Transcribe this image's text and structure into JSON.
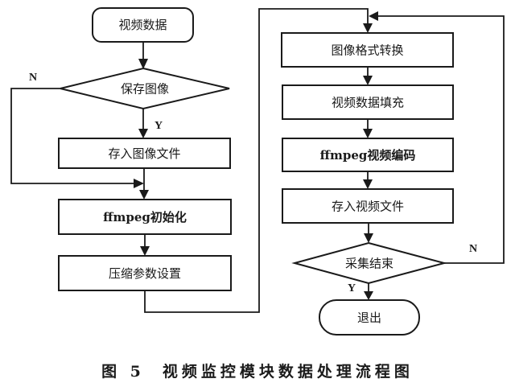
{
  "diagram": {
    "type": "flowchart",
    "colors": {
      "stroke": "#1a1a1a",
      "fill": "#ffffff",
      "background": "#ffffff"
    },
    "nodes": {
      "start": {
        "label": "视频数据",
        "shape": "terminal"
      },
      "save_image_decision": {
        "label": "保存图像",
        "shape": "decision"
      },
      "save_image_file": {
        "label": "存入图像文件",
        "shape": "process"
      },
      "ffmpeg_init": {
        "label": "ffmpeg初始化",
        "shape": "process"
      },
      "compress_params": {
        "label": "压缩参数设置",
        "shape": "process"
      },
      "format_convert": {
        "label": "图像格式转换",
        "shape": "process"
      },
      "video_fill": {
        "label": "视频数据填充",
        "shape": "process"
      },
      "ffmpeg_encode": {
        "label": "ffmpeg视频编码",
        "shape": "process"
      },
      "save_video_file": {
        "label": "存入视频文件",
        "shape": "process"
      },
      "capture_end_decision": {
        "label": "采集结束",
        "shape": "decision"
      },
      "exit": {
        "label": "退出",
        "shape": "terminal"
      }
    },
    "edges": [
      {
        "from": "start",
        "to": "save_image_decision",
        "label": ""
      },
      {
        "from": "save_image_decision",
        "to": "save_image_file",
        "label": "Y"
      },
      {
        "from": "save_image_decision",
        "to": "ffmpeg_init",
        "label": "N"
      },
      {
        "from": "save_image_file",
        "to": "ffmpeg_init",
        "label": ""
      },
      {
        "from": "ffmpeg_init",
        "to": "compress_params",
        "label": ""
      },
      {
        "from": "compress_params",
        "to": "format_convert",
        "label": ""
      },
      {
        "from": "format_convert",
        "to": "video_fill",
        "label": ""
      },
      {
        "from": "video_fill",
        "to": "ffmpeg_encode",
        "label": ""
      },
      {
        "from": "ffmpeg_encode",
        "to": "save_video_file",
        "label": ""
      },
      {
        "from": "save_video_file",
        "to": "capture_end_decision",
        "label": ""
      },
      {
        "from": "capture_end_decision",
        "to": "exit",
        "label": "Y"
      },
      {
        "from": "capture_end_decision",
        "to": "format_convert",
        "label": "N"
      }
    ],
    "labels": {
      "yes": "Y",
      "no": "N"
    }
  },
  "caption": {
    "figure_number": "图 5",
    "title": "视频监控模块数据处理流程图"
  }
}
